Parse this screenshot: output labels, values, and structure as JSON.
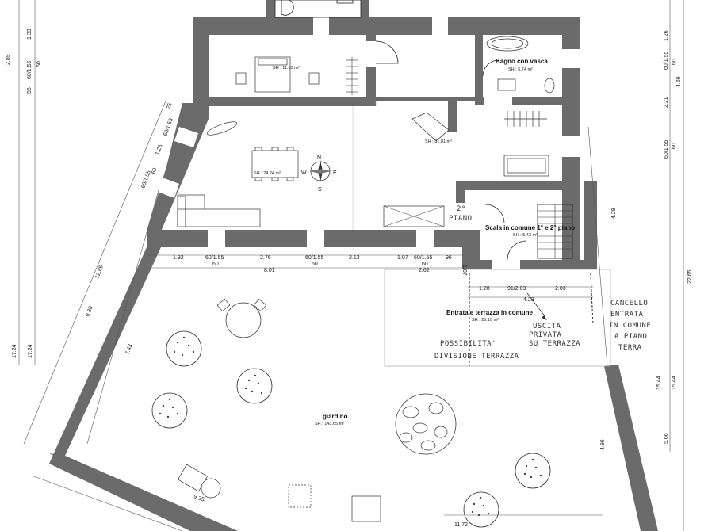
{
  "rooms": {
    "bedroom_area": "SH : 11.63 m²",
    "bath_title": "Bagno con vasca",
    "bath_area": "SH : 5.74 m²",
    "living_area": "SH : 24.24 m²",
    "kitchen_area": "SH : 31.81 m²",
    "stair_title": "Scala in comune 1° e 2° piano",
    "stair_area": "SH : 5.43 m²",
    "terrace_title": "Entrata e terrazza in comune",
    "terrace_area": "SH : 25.10 m²",
    "garden_title": "giardino",
    "garden_area": "SH : 143.65 m²"
  },
  "compass": {
    "n": "N",
    "s": "S",
    "e": "E",
    "w": "W"
  },
  "handwritten": {
    "piano_1": "2°",
    "piano_2": "PIANO",
    "uscita_1": "USCITA",
    "uscita_2": "PRIVATA",
    "uscita_3": "SU TERRAZZA",
    "poss_1": "POSSIBILITA'",
    "poss_2": "DIVISIONE TERRAZZA",
    "cancello_1": "CANCELLO",
    "cancello_2": "ENTRATA",
    "cancello_3": "IN COMUNE",
    "cancello_4": "A PIANO",
    "cancello_5": "TERRA"
  },
  "dims_top_row": [
    "1.92",
    "60/1.55",
    "2.76",
    "60/1.55",
    "2.13",
    "1.07",
    "60/1.55",
    "96"
  ],
  "dims_second_row": [
    "60",
    "8.01",
    "60",
    "2.62"
  ],
  "dims_terrace": [
    "1.28",
    "91/2.03",
    "2.03",
    "4.23",
    "60",
    "1.07"
  ],
  "dims_left": [
    "2.89",
    "1.33",
    "60/1.55",
    "96",
    "60",
    "17.24",
    "17.24",
    "12.86",
    "9.80",
    "7.43",
    "9.25"
  ],
  "dims_left_diag": [
    "60/1.55",
    "60",
    "1.26",
    "25",
    "60/1.55"
  ],
  "dims_right": [
    "1.26",
    "60/1.55",
    "60",
    "4.69",
    "2.21",
    "60/1.55",
    "60",
    "4.29",
    "22.65",
    "15.44",
    "15.44",
    "4.96",
    "5.66",
    "11.72"
  ]
}
